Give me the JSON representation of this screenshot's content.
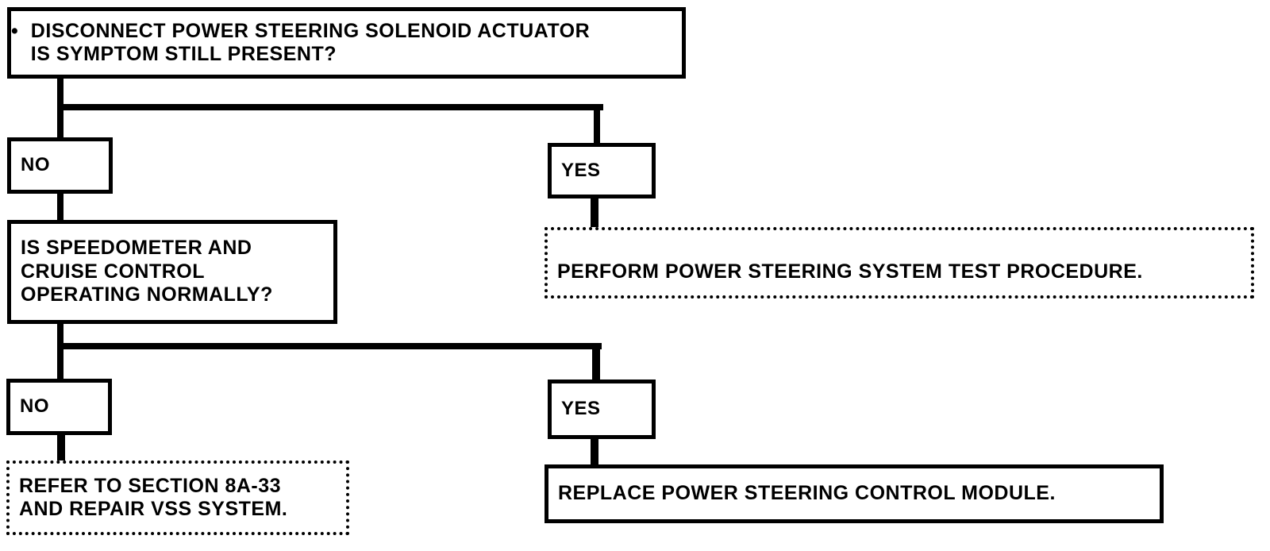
{
  "diagram": {
    "title": "Power Steering Solenoid Actuator Diagnostic Flow",
    "line_color": "#000000",
    "background_color": "#ffffff",
    "nodes": {
      "start": {
        "bullet": "•",
        "text": "DISCONNECT POWER STEERING SOLENOID ACTUATOR\nIS SYMPTOM STILL PRESENT?",
        "border": "solid"
      },
      "branch1_no": {
        "text": "NO",
        "border": "solid"
      },
      "branch1_yes": {
        "text": "YES",
        "border": "solid"
      },
      "perform_test": {
        "text": "PERFORM POWER STEERING SYSTEM TEST PROCEDURE.",
        "border": "dotted"
      },
      "question2": {
        "text": "IS SPEEDOMETER AND\nCRUISE CONTROL\nOPERATING NORMALLY?",
        "border": "solid"
      },
      "branch2_no": {
        "text": "NO",
        "border": "solid"
      },
      "branch2_yes": {
        "text": "YES",
        "border": "solid"
      },
      "refer_section": {
        "text": "REFER TO SECTION 8A-33\nAND REPAIR VSS SYSTEM.",
        "border": "dotted"
      },
      "replace_module": {
        "text": "REPLACE POWER STEERING CONTROL MODULE.",
        "border": "solid"
      }
    }
  }
}
